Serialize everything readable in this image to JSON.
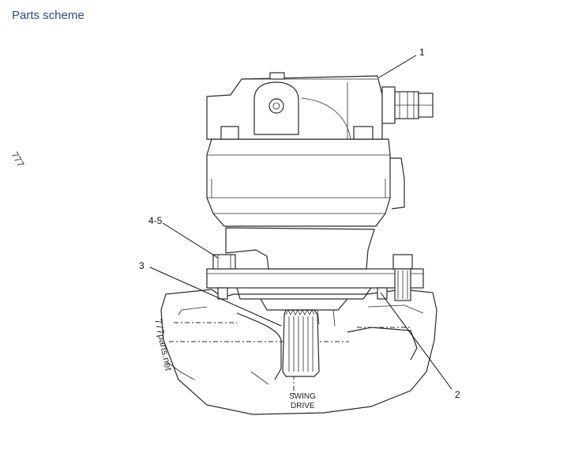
{
  "header": {
    "title": "Parts scheme"
  },
  "watermarks": {
    "top_left": "777",
    "side": "777parts.net"
  },
  "callouts": {
    "c1": "1",
    "c2": "2",
    "c3": "3",
    "c45": "4-5"
  },
  "drawing_labels": {
    "line1": "SWING",
    "line2": "DRIVE"
  }
}
